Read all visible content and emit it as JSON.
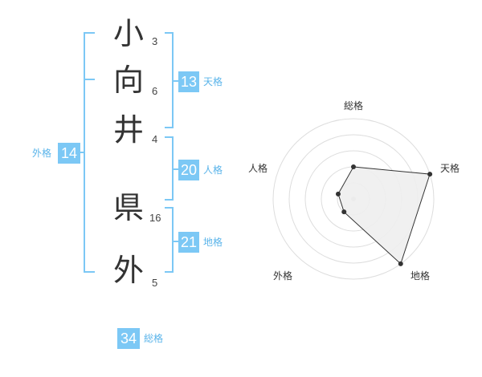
{
  "name": {
    "characters": [
      {
        "char": "小",
        "strokes": "3"
      },
      {
        "char": "向",
        "strokes": "6"
      },
      {
        "char": "井",
        "strokes": "4"
      },
      {
        "char": "県",
        "strokes": "16"
      },
      {
        "char": "外",
        "strokes": "5"
      }
    ]
  },
  "fortune": {
    "tenkaku": {
      "value": "13",
      "label": "天格"
    },
    "jinkaku": {
      "value": "20",
      "label": "人格"
    },
    "chikaku": {
      "value": "21",
      "label": "地格"
    },
    "gaikaku": {
      "value": "14",
      "label": "外格"
    },
    "soukaku": {
      "value": "34",
      "label": "総格"
    }
  },
  "colors": {
    "accent": "#7cc8f5",
    "accent_text": "#5ab4ea",
    "radar_fill": "#eeeeee",
    "radar_line": "#333333",
    "grid": "#dddddd"
  },
  "chart_data": {
    "type": "radar",
    "axes": [
      "総格",
      "天格",
      "地格",
      "外格",
      "人格"
    ],
    "values": [
      2,
      5,
      5,
      1,
      1
    ],
    "max": 5
  }
}
